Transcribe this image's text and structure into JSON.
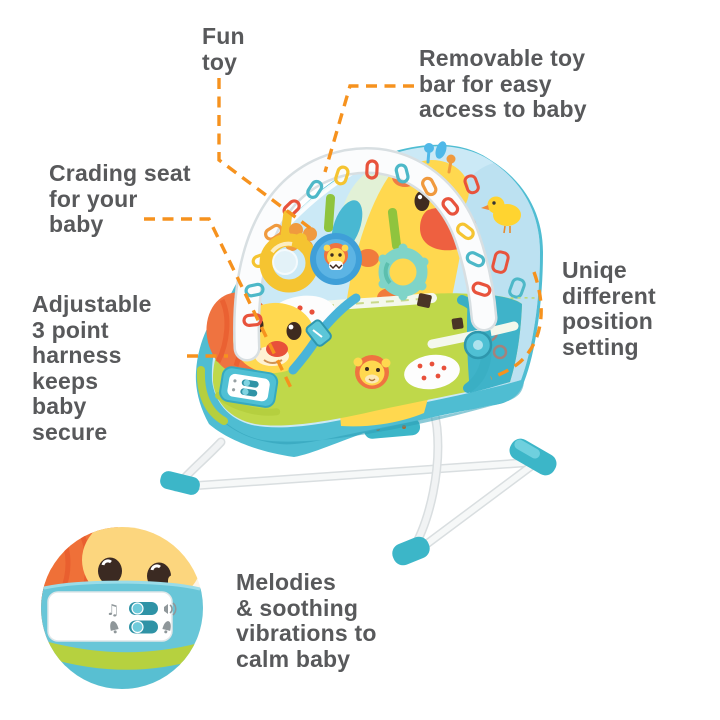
{
  "page": {
    "background": "#ffffff"
  },
  "colors": {
    "callout_orange": "#F6921E",
    "label_text": "#58595B",
    "product_teal": "#52C0D5",
    "product_teal_dark": "#2E9FB6",
    "product_green": "#B5CF3F",
    "fabric_blue": "#C9E8F5",
    "toy_yellow": "#FFD84F",
    "lion_orange": "#EF7340",
    "frame_white": "#F1F3F4"
  },
  "labels": {
    "fun_toy": {
      "text": "Fun\ntoy"
    },
    "removable_bar": {
      "text": "Removable toy\nbar for easy\naccess to baby"
    },
    "crading_seat": {
      "text": "Crading seat\nfor your\nbaby"
    },
    "harness": {
      "text": "Adjustable\n3 point\nharness\nkeeps\nbaby\nsecure"
    },
    "positions": {
      "text": "Uniqe\ndifferent\nposition\nsetting"
    },
    "melodies": {
      "text": "Melodies\n& soothing\nvibrations to\ncalm baby"
    }
  },
  "inset": {
    "music_note_glyph": "♫",
    "panel_icons": {
      "row1_left": "music-note-icon",
      "row1_right": "speaker-volume-icon",
      "row2_left": "vibration-bell-icon",
      "row2_right": "vibration-bell-icon"
    }
  }
}
